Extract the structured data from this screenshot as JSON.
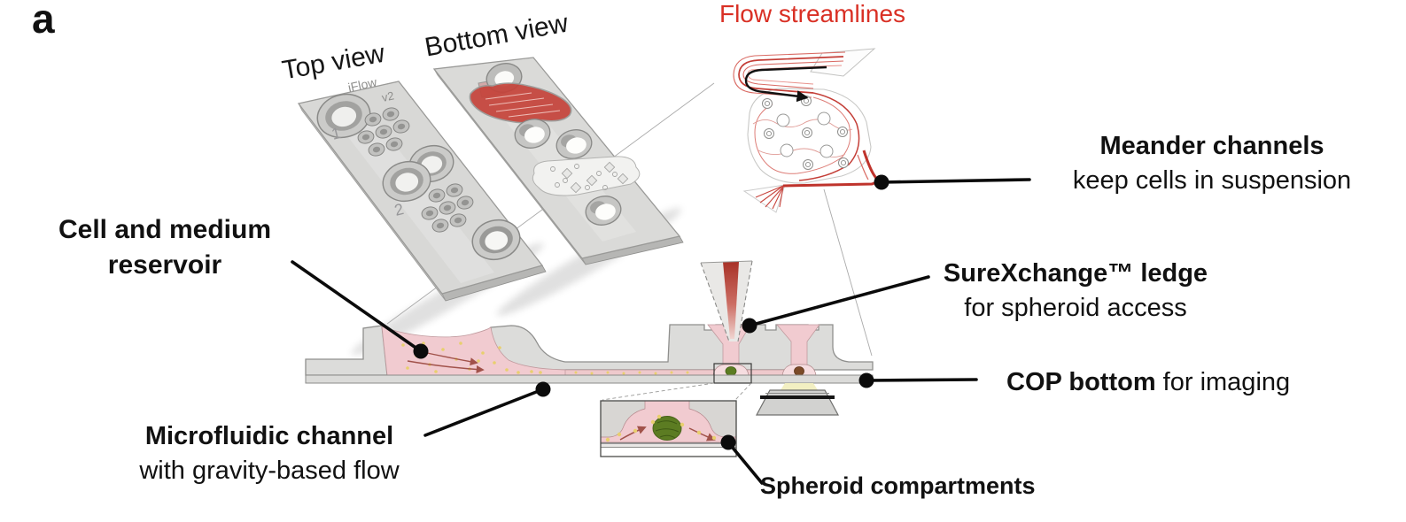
{
  "panel": {
    "label": "a"
  },
  "views": {
    "top": "Top view",
    "bottom": "Bottom view"
  },
  "streamlines": {
    "title": "Flow streamlines"
  },
  "chip_markings": {
    "brand": "iFlow",
    "version": "v2",
    "lane1": "1",
    "lane2": "2"
  },
  "annotations": {
    "meander": {
      "line1": "Meander channels",
      "line2": "keep cells in suspension"
    },
    "reservoir": {
      "line1": "Cell and medium",
      "line2": "reservoir"
    },
    "surexchange": {
      "line1": "SureXchange™ ledge",
      "line2": "for spheroid access"
    },
    "cop": {
      "bold": "COP bottom",
      "rest": " for imaging"
    },
    "microfluidic": {
      "line1": "Microfluidic channel",
      "line2": "with gravity-based flow"
    },
    "spheroid": {
      "line1": "Spheroid compartments"
    }
  },
  "colors": {
    "accent_red": "#d93025",
    "streamline_red": "#c43e37",
    "chip_gray": "#d8d8d6",
    "fluid_pink": "#f1cbd0",
    "spheroid_green": "#5c7c22",
    "spheroid_brown": "#7b4a28",
    "cell_yellow": "#e8cf6e",
    "text_black": "#111111"
  }
}
